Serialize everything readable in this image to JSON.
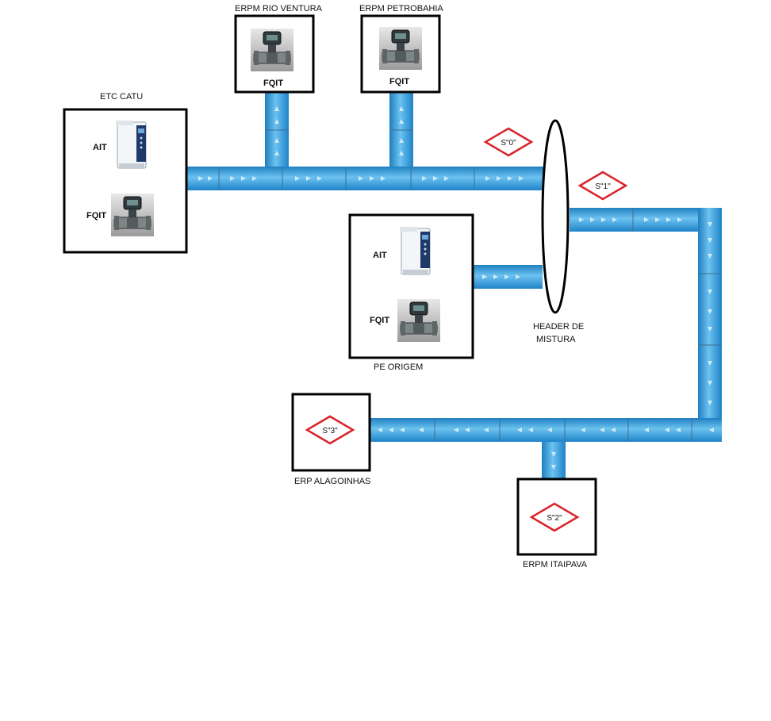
{
  "stations": {
    "etc_catu": {
      "label": "ETC CATU",
      "ait": "AIT",
      "fqit": "FQIT"
    },
    "rio_ventura": {
      "label": "ERPM RIO VENTURA",
      "fqit": "FQIT"
    },
    "petrobahia": {
      "label": "ERPM PETROBAHIA",
      "fqit": "FQIT"
    },
    "pe_origem": {
      "label": "PE ORIGEM",
      "ait": "AIT",
      "fqit": "FQIT"
    },
    "alagoinhas": {
      "label": "ERP ALAGOINHAS"
    },
    "itaipava": {
      "label": "ERPM ITAIPAVA"
    }
  },
  "header": {
    "line1": "HEADER DE",
    "line2": "MISTURA"
  },
  "sampling_points": {
    "s0": "S\"0\"",
    "s1": "S\"1\"",
    "s2": "S\"2\"",
    "s3": "S\"3\""
  },
  "colors": {
    "pipe": "#2a9ad8",
    "pipe_light": "#7cc9f3",
    "diamond": "#d9232a",
    "frame": "#000000"
  }
}
